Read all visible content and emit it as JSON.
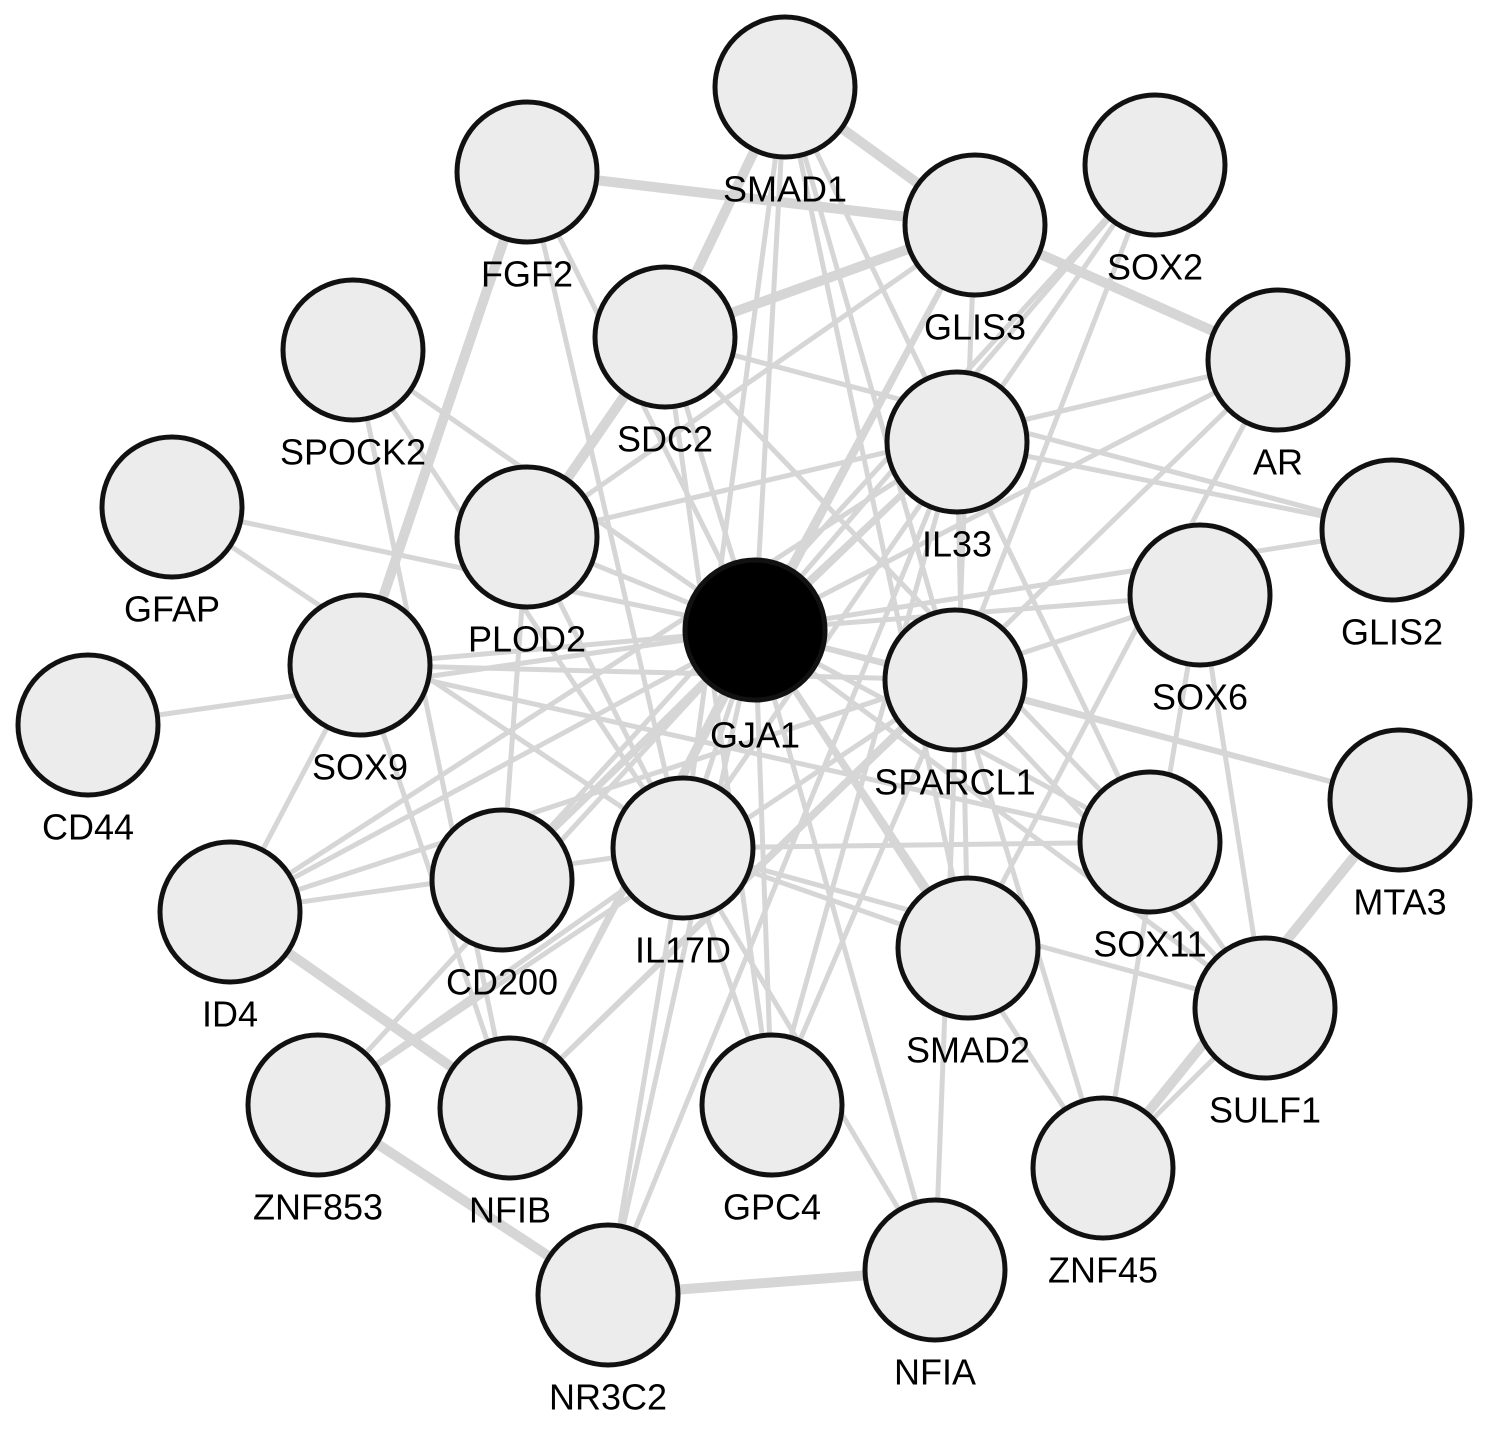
{
  "colors": {
    "node_fill": "#ececec",
    "node_stroke": "#111111",
    "hub_fill": "#000000",
    "edge": "#d6d6d6"
  },
  "nodes": [
    {
      "id": "GJA1",
      "label": "GJA1",
      "hub": true
    },
    {
      "id": "SMAD1",
      "label": "SMAD1"
    },
    {
      "id": "FGF2",
      "label": "FGF2"
    },
    {
      "id": "GLIS3",
      "label": "GLIS3"
    },
    {
      "id": "SOX2",
      "label": "SOX2"
    },
    {
      "id": "SDC2",
      "label": "SDC2"
    },
    {
      "id": "SPOCK2",
      "label": "SPOCK2"
    },
    {
      "id": "AR",
      "label": "AR"
    },
    {
      "id": "IL33",
      "label": "IL33"
    },
    {
      "id": "GFAP",
      "label": "GFAP"
    },
    {
      "id": "PLOD2",
      "label": "PLOD2"
    },
    {
      "id": "GLIS2",
      "label": "GLIS2"
    },
    {
      "id": "SOX6",
      "label": "SOX6"
    },
    {
      "id": "SOX9",
      "label": "SOX9"
    },
    {
      "id": "SPARCL1",
      "label": "SPARCL1"
    },
    {
      "id": "CD44",
      "label": "CD44"
    },
    {
      "id": "MTA3",
      "label": "MTA3"
    },
    {
      "id": "IL17D",
      "label": "IL17D"
    },
    {
      "id": "SOX11",
      "label": "SOX11"
    },
    {
      "id": "CD200",
      "label": "CD200"
    },
    {
      "id": "ID4",
      "label": "ID4"
    },
    {
      "id": "SMAD2",
      "label": "SMAD2"
    },
    {
      "id": "SULF1",
      "label": "SULF1"
    },
    {
      "id": "ZNF853",
      "label": "ZNF853"
    },
    {
      "id": "NFIB",
      "label": "NFIB"
    },
    {
      "id": "GPC4",
      "label": "GPC4"
    },
    {
      "id": "ZNF45",
      "label": "ZNF45"
    },
    {
      "id": "NFIA",
      "label": "NFIA"
    },
    {
      "id": "NR3C2",
      "label": "NR3C2"
    }
  ],
  "edges": [
    {
      "from": "GJA1",
      "to": "SMAD1",
      "weight": 1
    },
    {
      "from": "GJA1",
      "to": "SDC2",
      "weight": 1
    },
    {
      "from": "GJA1",
      "to": "GLIS3",
      "weight": 1
    },
    {
      "from": "GJA1",
      "to": "SOX2",
      "weight": 1
    },
    {
      "from": "GJA1",
      "to": "AR",
      "weight": 1
    },
    {
      "from": "GJA1",
      "to": "IL33",
      "weight": 1
    },
    {
      "from": "GJA1",
      "to": "GLIS2",
      "weight": 1
    },
    {
      "from": "GJA1",
      "to": "SOX6",
      "weight": 1
    },
    {
      "from": "GJA1",
      "to": "SPARCL1",
      "weight": 1
    },
    {
      "from": "GJA1",
      "to": "MTA3",
      "weight": 1
    },
    {
      "from": "GJA1",
      "to": "SOX11",
      "weight": 1
    },
    {
      "from": "GJA1",
      "to": "SULF1",
      "weight": 1
    },
    {
      "from": "GJA1",
      "to": "ZNF45",
      "weight": 1
    },
    {
      "from": "GJA1",
      "to": "SMAD2",
      "weight": 1
    },
    {
      "from": "GJA1",
      "to": "NFIA",
      "weight": 1
    },
    {
      "from": "GJA1",
      "to": "GPC4",
      "weight": 1
    },
    {
      "from": "GJA1",
      "to": "NR3C2",
      "weight": 1
    },
    {
      "from": "GJA1",
      "to": "NFIB",
      "weight": 1
    },
    {
      "from": "GJA1",
      "to": "ZNF853",
      "weight": 1
    },
    {
      "from": "GJA1",
      "to": "ID4",
      "weight": 1
    },
    {
      "from": "GJA1",
      "to": "CD200",
      "weight": 1
    },
    {
      "from": "GJA1",
      "to": "IL17D",
      "weight": 1
    },
    {
      "from": "GJA1",
      "to": "CD44",
      "weight": 1
    },
    {
      "from": "GJA1",
      "to": "SOX9",
      "weight": 1
    },
    {
      "from": "GJA1",
      "to": "GFAP",
      "weight": 1
    },
    {
      "from": "GJA1",
      "to": "PLOD2",
      "weight": 1
    },
    {
      "from": "GJA1",
      "to": "SPOCK2",
      "weight": 1
    },
    {
      "from": "GJA1",
      "to": "FGF2",
      "weight": 1
    },
    {
      "from": "FGF2",
      "to": "GLIS3",
      "weight": 2
    },
    {
      "from": "FGF2",
      "to": "SOX9",
      "weight": 2
    },
    {
      "from": "FGF2",
      "to": "IL17D",
      "weight": 1
    },
    {
      "from": "SMAD1",
      "to": "GLIS3",
      "weight": 2
    },
    {
      "from": "SMAD1",
      "to": "SDC2",
      "weight": 2
    },
    {
      "from": "SMAD1",
      "to": "SPARCL1",
      "weight": 1
    },
    {
      "from": "SMAD1",
      "to": "SOX11",
      "weight": 1
    },
    {
      "from": "SMAD1",
      "to": "SMAD2",
      "weight": 1
    },
    {
      "from": "SMAD1",
      "to": "IL17D",
      "weight": 1
    },
    {
      "from": "GLIS3",
      "to": "SDC2",
      "weight": 2
    },
    {
      "from": "GLIS3",
      "to": "AR",
      "weight": 2
    },
    {
      "from": "GLIS3",
      "to": "PLOD2",
      "weight": 1
    },
    {
      "from": "GLIS3",
      "to": "NFIB",
      "weight": 1
    },
    {
      "from": "GLIS3",
      "to": "NFIA",
      "weight": 1
    },
    {
      "from": "SOX2",
      "to": "IL17D",
      "weight": 1
    },
    {
      "from": "SOX2",
      "to": "SPARCL1",
      "weight": 1
    },
    {
      "from": "SOX2",
      "to": "CD200",
      "weight": 1
    },
    {
      "from": "SDC2",
      "to": "PLOD2",
      "weight": 2
    },
    {
      "from": "SDC2",
      "to": "SOX11",
      "weight": 1
    },
    {
      "from": "SDC2",
      "to": "GLIS2",
      "weight": 1
    },
    {
      "from": "SDC2",
      "to": "GPC4",
      "weight": 1
    },
    {
      "from": "SPOCK2",
      "to": "IL17D",
      "weight": 1
    },
    {
      "from": "SPOCK2",
      "to": "NFIB",
      "weight": 1
    },
    {
      "from": "PLOD2",
      "to": "AR",
      "weight": 1
    },
    {
      "from": "PLOD2",
      "to": "CD200",
      "weight": 1
    },
    {
      "from": "PLOD2",
      "to": "IL17D",
      "weight": 1
    },
    {
      "from": "AR",
      "to": "NFIB",
      "weight": 1
    },
    {
      "from": "AR",
      "to": "SMAD2",
      "weight": 1
    },
    {
      "from": "IL33",
      "to": "GLIS2",
      "weight": 1
    },
    {
      "from": "IL33",
      "to": "SMAD2",
      "weight": 1
    },
    {
      "from": "IL33",
      "to": "NR3C2",
      "weight": 1
    },
    {
      "from": "IL33",
      "to": "ID4",
      "weight": 1
    },
    {
      "from": "GFAP",
      "to": "IL17D",
      "weight": 1
    },
    {
      "from": "SOX9",
      "to": "ID4",
      "weight": 1
    },
    {
      "from": "SOX9",
      "to": "NFIB",
      "weight": 1
    },
    {
      "from": "SOX9",
      "to": "SPARCL1",
      "weight": 1
    },
    {
      "from": "SOX9",
      "to": "SOX11",
      "weight": 1
    },
    {
      "from": "SOX6",
      "to": "ID4",
      "weight": 1
    },
    {
      "from": "SOX6",
      "to": "ZNF45",
      "weight": 1
    },
    {
      "from": "SOX6",
      "to": "SULF1",
      "weight": 1
    },
    {
      "from": "SPARCL1",
      "to": "SULF1",
      "weight": 1
    },
    {
      "from": "SPARCL1",
      "to": "ZNF45",
      "weight": 1
    },
    {
      "from": "SPARCL1",
      "to": "GPC4",
      "weight": 1
    },
    {
      "from": "SPARCL1",
      "to": "ZNF853",
      "weight": 1
    },
    {
      "from": "IL17D",
      "to": "SOX11",
      "weight": 1
    },
    {
      "from": "IL17D",
      "to": "SULF1",
      "weight": 1
    },
    {
      "from": "IL17D",
      "to": "GPC4",
      "weight": 1
    },
    {
      "from": "IL17D",
      "to": "NR3C2",
      "weight": 1
    },
    {
      "from": "IL17D",
      "to": "NFIA",
      "weight": 1
    },
    {
      "from": "IL17D",
      "to": "ZNF853",
      "weight": 1
    },
    {
      "from": "MTA3",
      "to": "ZNF45",
      "weight": 2
    },
    {
      "from": "MTA3",
      "to": "SPARCL1",
      "weight": 1
    },
    {
      "from": "ID4",
      "to": "NFIB",
      "weight": 2
    },
    {
      "from": "ID4",
      "to": "IL17D",
      "weight": 1
    },
    {
      "from": "ZNF853",
      "to": "NR3C2",
      "weight": 2
    },
    {
      "from": "NR3C2",
      "to": "NFIA",
      "weight": 2
    },
    {
      "from": "NFIB",
      "to": "SPARCL1",
      "weight": 1
    },
    {
      "from": "CD200",
      "to": "IL33",
      "weight": 1
    },
    {
      "from": "SOX11",
      "to": "SULF1",
      "weight": 1
    },
    {
      "from": "SMAD2",
      "to": "IL17D",
      "weight": 1
    },
    {
      "from": "SULF1",
      "to": "ZNF45",
      "weight": 1
    },
    {
      "from": "GPC4",
      "to": "IL33",
      "weight": 1
    }
  ]
}
